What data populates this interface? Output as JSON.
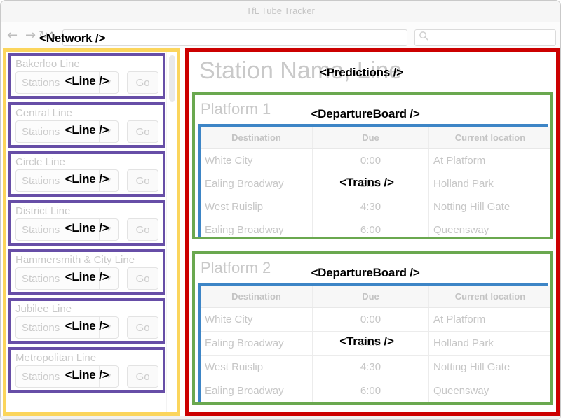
{
  "window": {
    "title": "TfL Tube Tracker"
  },
  "navbar": {
    "url_value": "",
    "search_value": ""
  },
  "icons": {
    "back": "←",
    "forward": "→",
    "reload": "↻",
    "home": "⌂",
    "select_caret": "▼"
  },
  "annotations": {
    "network": "<Network />",
    "line": "<Line />",
    "predictions": "<Predictions />",
    "departure_board": "<DepartureBoard />",
    "trains": "<Trains />"
  },
  "sidebar": {
    "lines": [
      {
        "name": "Bakerloo Line",
        "select_label": "Stations",
        "go_label": "Go"
      },
      {
        "name": "Central Line",
        "select_label": "Stations",
        "go_label": "Go"
      },
      {
        "name": "Circle Line",
        "select_label": "Stations",
        "go_label": "Go"
      },
      {
        "name": "District Line",
        "select_label": "Stations",
        "go_label": "Go"
      },
      {
        "name": "Hammersmith & City Line",
        "select_label": "Stations",
        "go_label": "Go"
      },
      {
        "name": "Jubilee Line",
        "select_label": "Stations",
        "go_label": "Go"
      },
      {
        "name": "Metropolitan Line",
        "select_label": "Stations",
        "go_label": "Go"
      }
    ]
  },
  "main": {
    "heading": "Station Name, Line",
    "boards": [
      {
        "platform": "Platform 1",
        "headers": [
          "Destination",
          "Due",
          "Current location"
        ],
        "rows": [
          [
            "White City",
            "0:00",
            "At Platform"
          ],
          [
            "Ealing Broadway",
            "2:00",
            "Holland Park"
          ],
          [
            "West Ruislip",
            "4:30",
            "Notting Hill Gate"
          ],
          [
            "Ealing Broadway",
            "6:00",
            "Queensway"
          ]
        ]
      },
      {
        "platform": "Platform 2",
        "headers": [
          "Destination",
          "Due",
          "Current location"
        ],
        "rows": [
          [
            "White City",
            "0:00",
            "At Platform"
          ],
          [
            "Ealing Broadway",
            "2:00",
            "Holland Park"
          ],
          [
            "West Ruislip",
            "4:30",
            "Notting Hill Gate"
          ],
          [
            "Ealing Broadway",
            "6:00",
            "Queensway"
          ]
        ]
      }
    ]
  },
  "colors": {
    "network": "#FBD55C",
    "line": "#674EA7",
    "predictions": "#CC0000",
    "departure_board": "#6AA84F",
    "trains": "#3D85C6"
  }
}
